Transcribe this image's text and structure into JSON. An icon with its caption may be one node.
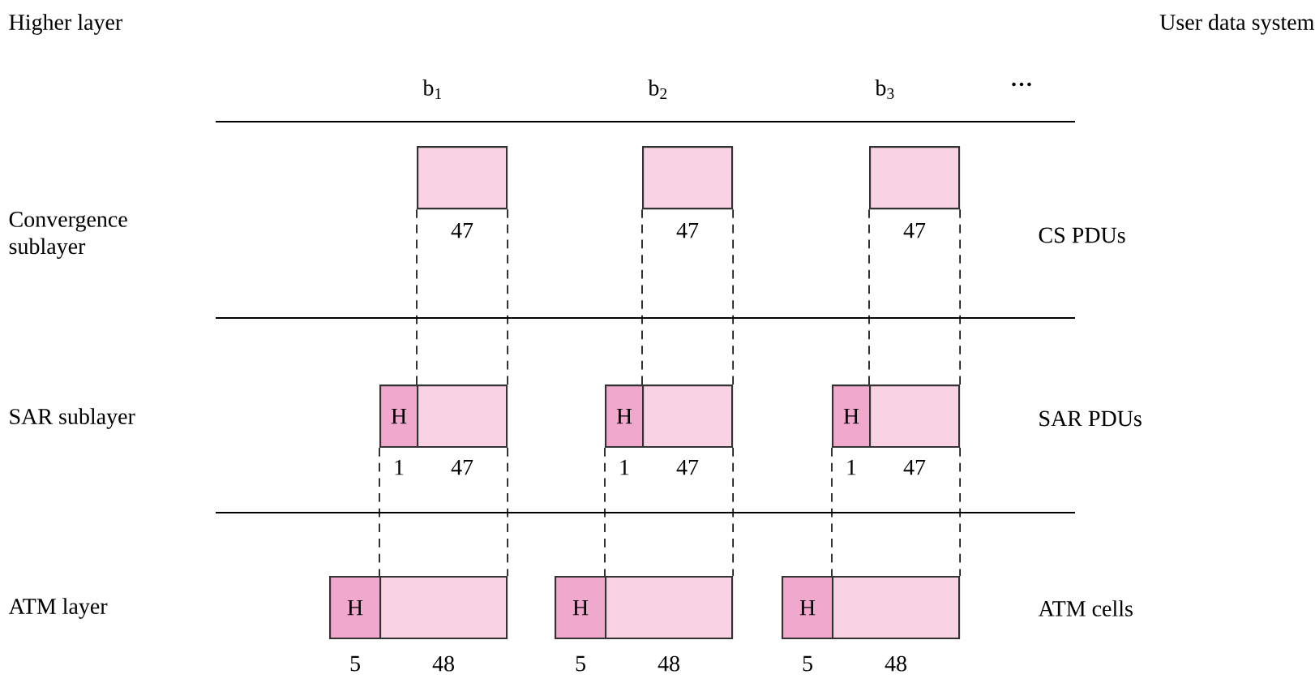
{
  "diagram": {
    "nodes": [
      {
        "text": [],
        "shape": "box",
        "beside": [
          "47"
        ]
      },
      {
        "text": [
          "H"
        ],
        "beside": [
          "1"
        ]
      },
      {
        "text": [],
        "shape": "box",
        "beside": [
          "47"
        ]
      },
      {
        "text": [
          "H"
        ],
        "beside": [
          "5"
        ]
      },
      {
        "text": [],
        "shape": "box",
        "beside": [
          "48"
        ]
      },
      {
        "text": [],
        "shape": "box",
        "beside": [
          "47"
        ]
      },
      {
        "text": [
          "H"
        ],
        "beside": [
          "1"
        ]
      },
      {
        "text": [],
        "shape": "box",
        "beside": [
          "47"
        ]
      },
      {
        "text": [
          "H"
        ],
        "beside": [
          "5"
        ]
      },
      {
        "text": [],
        "shape": "box",
        "beside": [
          "48"
        ]
      },
      {
        "text": [],
        "shape": "box",
        "beside": [
          "47"
        ]
      },
      {
        "text": [
          "H"
        ],
        "beside": [
          "1"
        ]
      },
      {
        "text": [],
        "shape": "box",
        "beside": [
          "47"
        ]
      },
      {
        "text": [
          "H"
        ],
        "beside": [
          "5"
        ]
      },
      {
        "text": [],
        "shape": "box",
        "beside": [
          "48"
        ]
      }
    ],
    "edges": [
      {
        "from": 0,
        "to": 2,
        "arrow": "none",
        "style": "dashed"
      },
      {
        "from": 0,
        "to": 2,
        "arrow": "none",
        "style": "dashed"
      },
      {
        "from": 1,
        "to": 4,
        "arrow": "none",
        "style": "dashed"
      },
      {
        "from": 2,
        "to": 4,
        "arrow": "none",
        "style": "dashed"
      },
      {
        "from": 5,
        "to": 7,
        "arrow": "none",
        "style": "dashed"
      },
      {
        "from": 5,
        "to": 7,
        "arrow": "none",
        "style": "dashed"
      },
      {
        "from": 6,
        "to": 9,
        "arrow": "none",
        "style": "dashed"
      },
      {
        "from": 7,
        "to": 9,
        "arrow": "none",
        "style": "dashed"
      },
      {
        "from": 10,
        "to": 12,
        "arrow": "none",
        "style": "dashed"
      },
      {
        "from": 10,
        "to": 12,
        "arrow": "none",
        "style": "dashed"
      },
      {
        "from": 11,
        "to": 14,
        "arrow": "none",
        "style": "dashed"
      },
      {
        "from": 12,
        "to": 14,
        "arrow": "none",
        "style": "dashed"
      }
    ],
    "labels": [
      "Higher layer",
      "User data system",
      "b$_{1}$",
      "b$_{2}$",
      "b$_{3}$",
      "…",
      "Convergence sublayer",
      "CS PDUs",
      "SAR sublayer",
      "SAR PDUs",
      "ATM layer",
      "ATM cells"
    ]
  }
}
